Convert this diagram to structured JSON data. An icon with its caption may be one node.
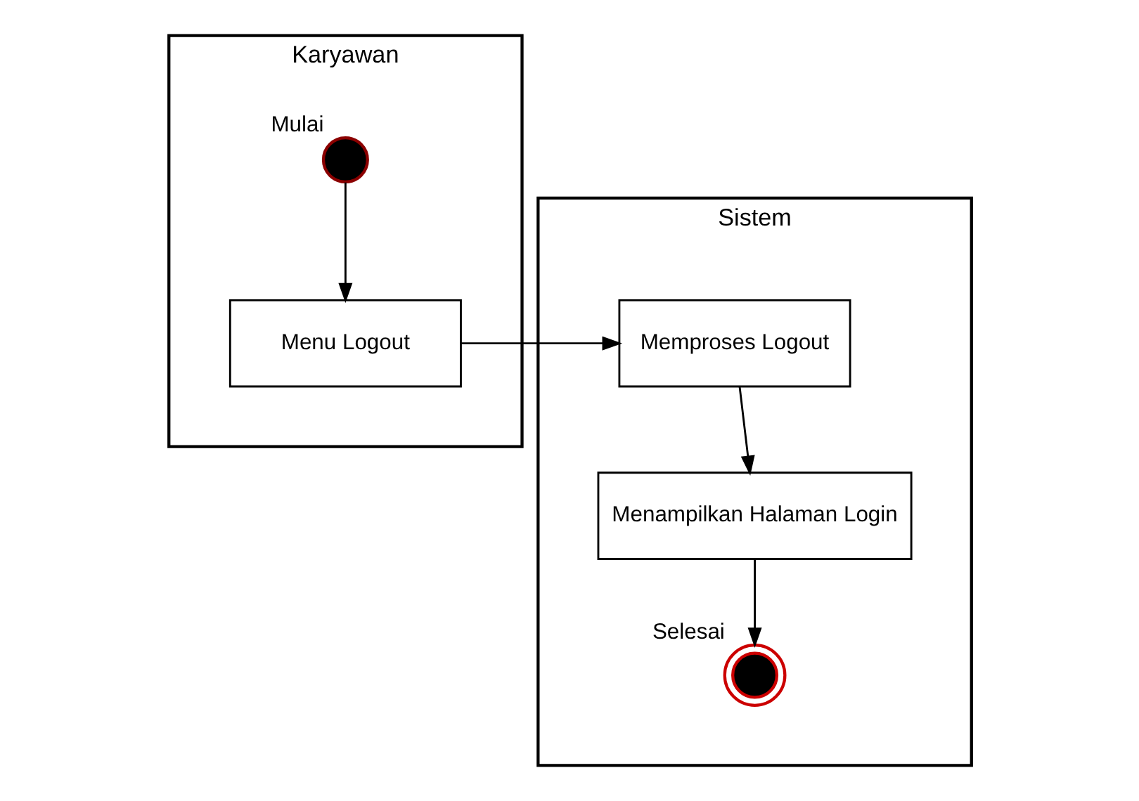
{
  "diagram": {
    "nodes": [
      {
        "text": [
          "Karyawan"
        ]
      },
      {
        "text": [
          "Sistem"
        ]
      },
      {
        "text": [],
        "shape": "circle",
        "in": 0,
        "beside": [
          "Mulai"
        ]
      },
      {
        "text": [
          "Menu Logout"
        ],
        "in": 0
      },
      {
        "text": [
          "Memproses Logout"
        ],
        "in": 1
      },
      {
        "text": [
          "Menampilkan Halaman Login"
        ],
        "in": 1
      },
      {
        "text": [],
        "shape": "circle",
        "in": 1,
        "beside": [
          "Selesai"
        ]
      }
    ],
    "edges": [
      {
        "from": 2,
        "to": 3,
        "arrow": "to"
      },
      {
        "from": 3,
        "to": 4,
        "arrow": "to"
      },
      {
        "from": 4,
        "to": 5,
        "arrow": "to"
      },
      {
        "from": 5,
        "to": 6,
        "arrow": "to"
      }
    ]
  }
}
